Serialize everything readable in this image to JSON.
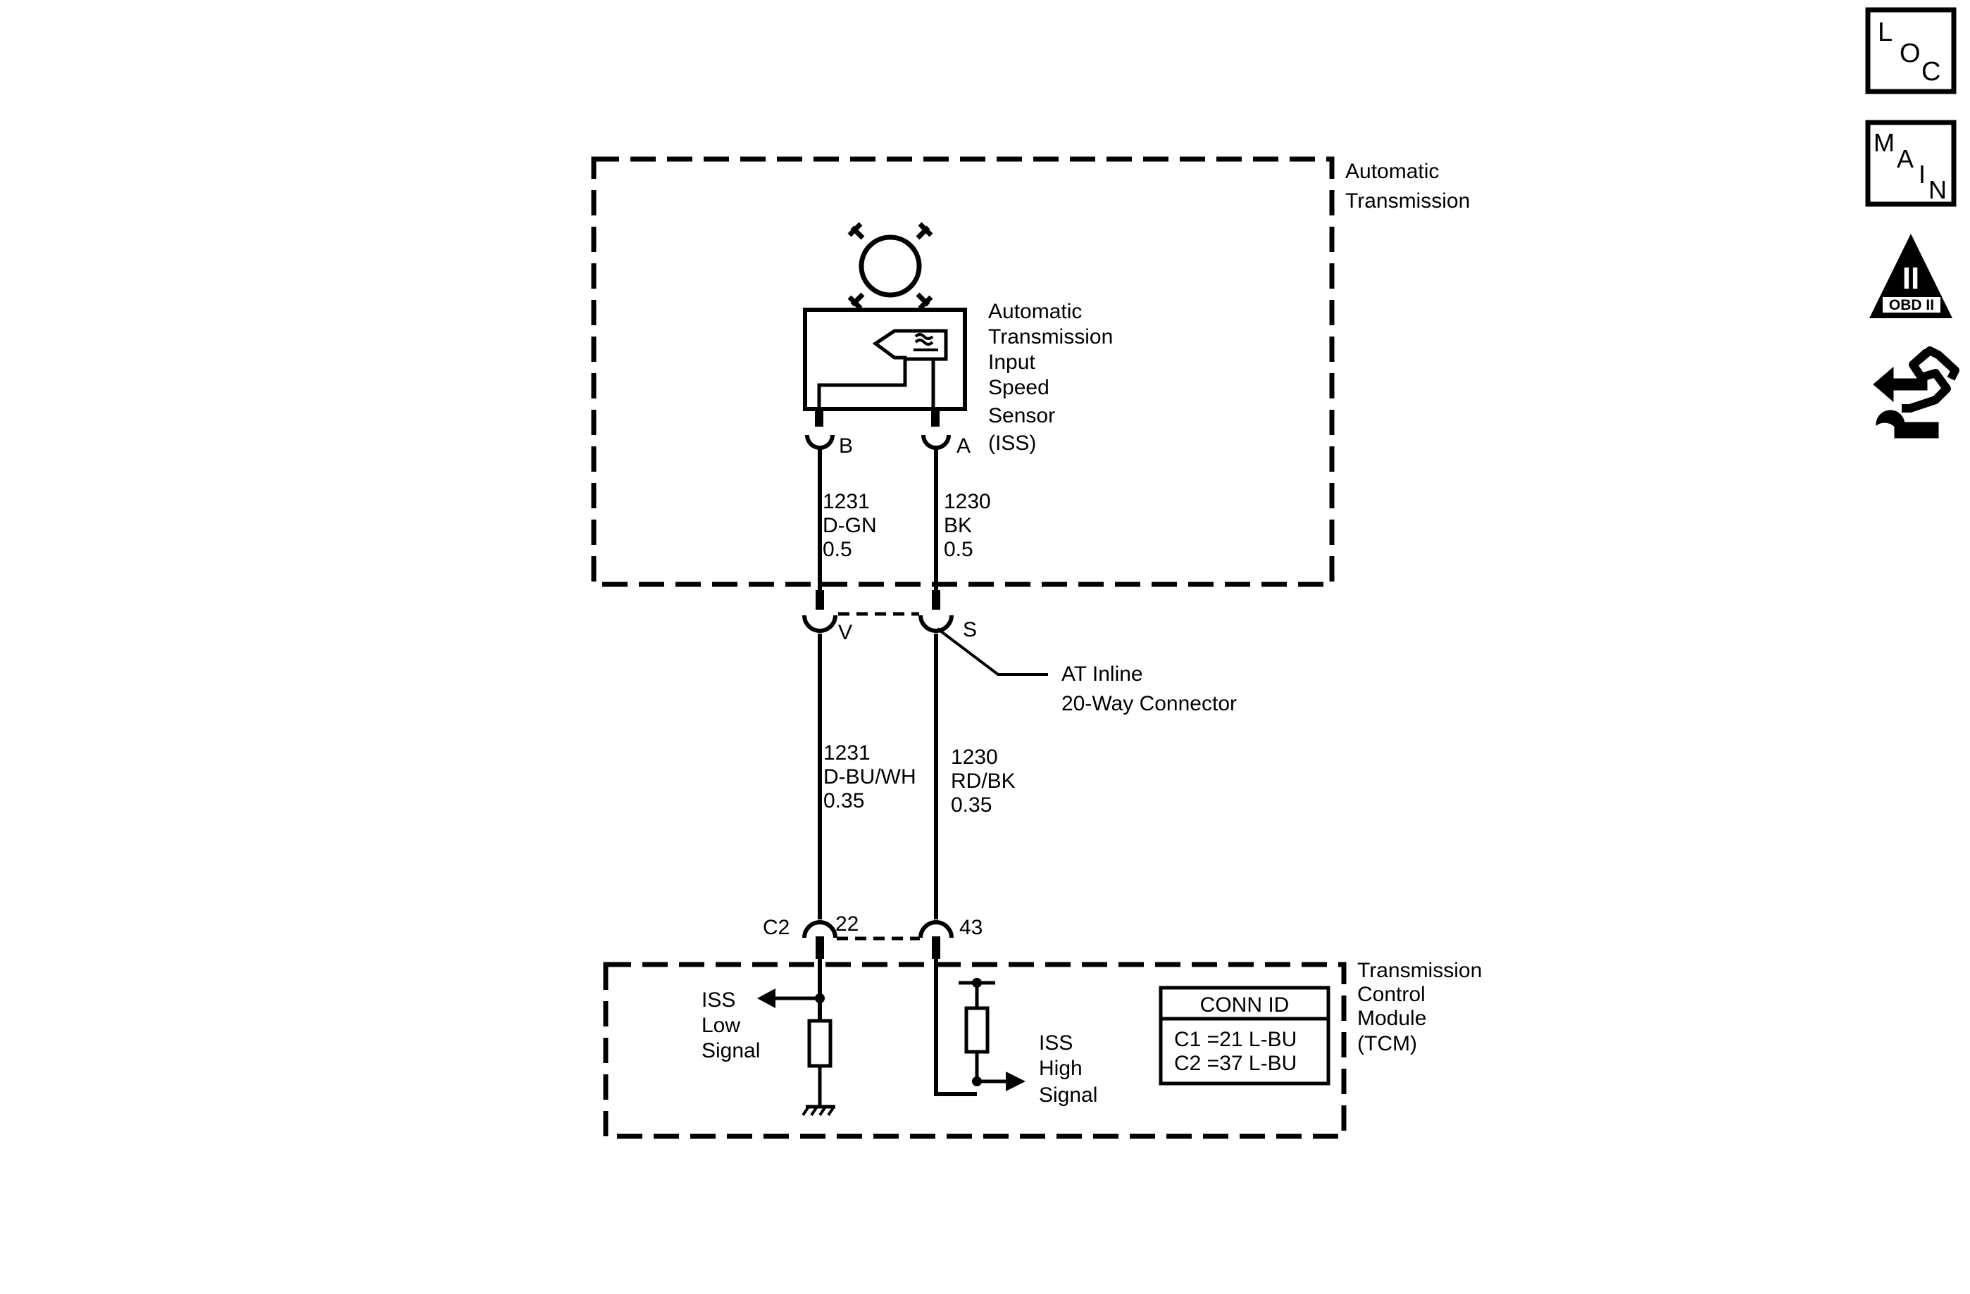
{
  "automatic_transmission": {
    "line1": "Automatic",
    "line2": "Transmission"
  },
  "iss_sensor": {
    "line1": "Automatic",
    "line2": "Transmission",
    "line3": "Input",
    "line4": "Speed",
    "line5": "Sensor",
    "line6": "(ISS)",
    "pin_b": "B",
    "pin_a": "A"
  },
  "wire_upper_left": {
    "circuit": "1231",
    "color": "D-GN",
    "size": "0.5"
  },
  "wire_upper_right": {
    "circuit": "1230",
    "color": "BK",
    "size": "0.5"
  },
  "inline_connector": {
    "pin_v": "V",
    "pin_s": "S",
    "line1": "AT Inline",
    "line2": "20-Way Connector"
  },
  "wire_lower_left": {
    "circuit": "1231",
    "color": "D-BU/WH",
    "size": "0.35"
  },
  "wire_lower_right": {
    "circuit": "1230",
    "color": "RD/BK",
    "size": "0.35"
  },
  "tcm_connector": {
    "conn": "C2",
    "pin_left": "22",
    "pin_right": "43"
  },
  "tcm": {
    "line1": "Transmission",
    "line2": "Control",
    "line3": "Module",
    "line4": "(TCM)",
    "iss_low": {
      "line1": "ISS",
      "line2": "Low",
      "line3": "Signal"
    },
    "iss_high": {
      "line1": "ISS",
      "line2": "High",
      "line3": "Signal"
    },
    "conn_id": {
      "title": "CONN ID",
      "row1": "C1 =21 L-BU",
      "row2": "C2 =37 L-BU"
    }
  },
  "side_icons": {
    "loc": {
      "l": "L",
      "o": "O",
      "c": "C",
      "icon": "loc-icon"
    },
    "main": {
      "m": "M",
      "a": "A",
      "i": "I",
      "n": "N",
      "icon": "main-icon"
    },
    "obd": {
      "numeral": "II",
      "label": "OBD II",
      "icon": "obd-ii-icon"
    },
    "repair": {
      "icon": "repair-procedure-icon"
    }
  }
}
